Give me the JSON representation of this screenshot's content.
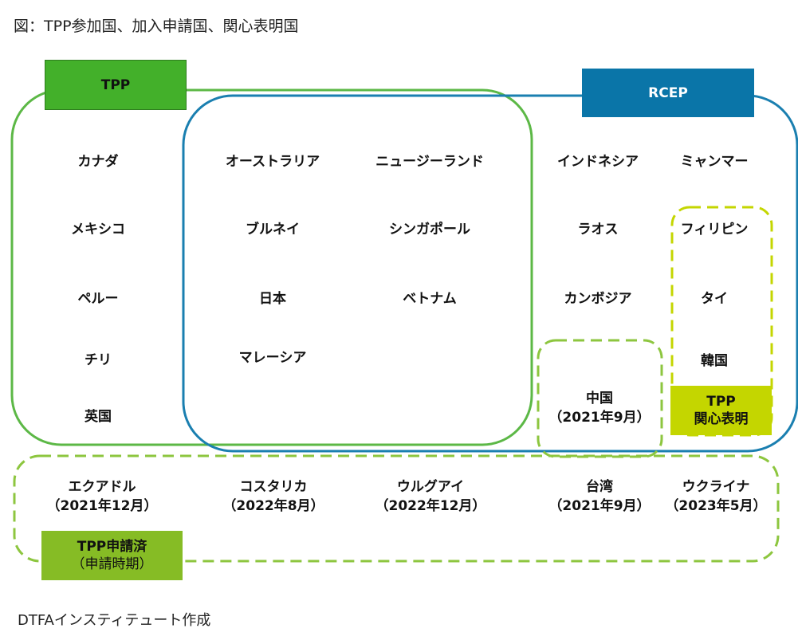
{
  "title": "図：TPP参加国、加入申請国、関心表明国",
  "footer": "DTFAインスティテュート作成",
  "colors": {
    "tpp": "#43b02a",
    "rcep": "#0a75a8",
    "interest": "#c4d600",
    "applied": "#86bc25"
  },
  "groups": {
    "tpp_label": "TPP",
    "rcep_label": "RCEP",
    "interest_label": [
      "TPP",
      "関心表明"
    ],
    "applied_label": [
      "TPP申請済",
      "（申請時期）"
    ]
  },
  "tpp_only": [
    "カナダ",
    "メキシコ",
    "ペルー",
    "チリ",
    "英国"
  ],
  "tpp_and_rcep": [
    "オーストラリア",
    "ニュージーランド",
    "ブルネイ",
    "シンガポール",
    "日本",
    "ベトナム",
    "マレーシア"
  ],
  "rcep_only": [
    "インドネシア",
    "ミャンマー",
    "ラオス",
    "カンボジア"
  ],
  "rcep_interest": [
    "フィリピン",
    "タイ",
    "韓国"
  ],
  "rcep_applied": {
    "name": "中国",
    "date": "（2021年9月）"
  },
  "applied": [
    {
      "name": "エクアドル",
      "date": "（2021年12月）"
    },
    {
      "name": "コスタリカ",
      "date": "（2022年8月）"
    },
    {
      "name": "ウルグアイ",
      "date": "（2022年12月）"
    },
    {
      "name": "台湾",
      "date": "（2021年9月）"
    },
    {
      "name": "ウクライナ",
      "date": "（2023年5月）"
    }
  ]
}
